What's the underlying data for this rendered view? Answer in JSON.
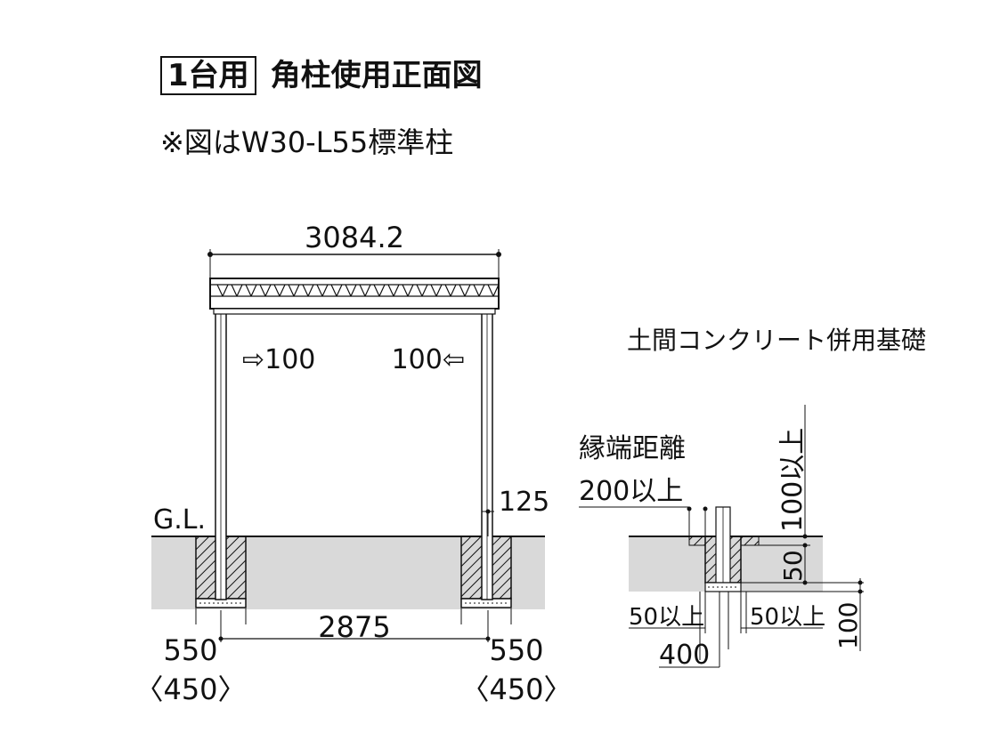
{
  "title": {
    "box_label": "1台用",
    "main": "角柱使用正面図"
  },
  "subtitle": "※図はW30-L55標準柱",
  "front": {
    "total_width": "3084.2",
    "inset_left": "⇨100",
    "inset_right": "100⇦",
    "height_125": "125",
    "ground_line": "G.L.",
    "span": "2875",
    "left_footing": "550",
    "left_footing_alt": "〈450〉",
    "right_footing": "550",
    "right_footing_alt": "〈450〉"
  },
  "foundation": {
    "title": "土間コンクリート併用基礎",
    "edge_label_1": "縁端距離",
    "edge_label_2": "200以上",
    "depth_top": "100以上",
    "slab": "50",
    "left_min": "50以上",
    "right_min": "50以上",
    "width": "400",
    "bottom": "100"
  }
}
